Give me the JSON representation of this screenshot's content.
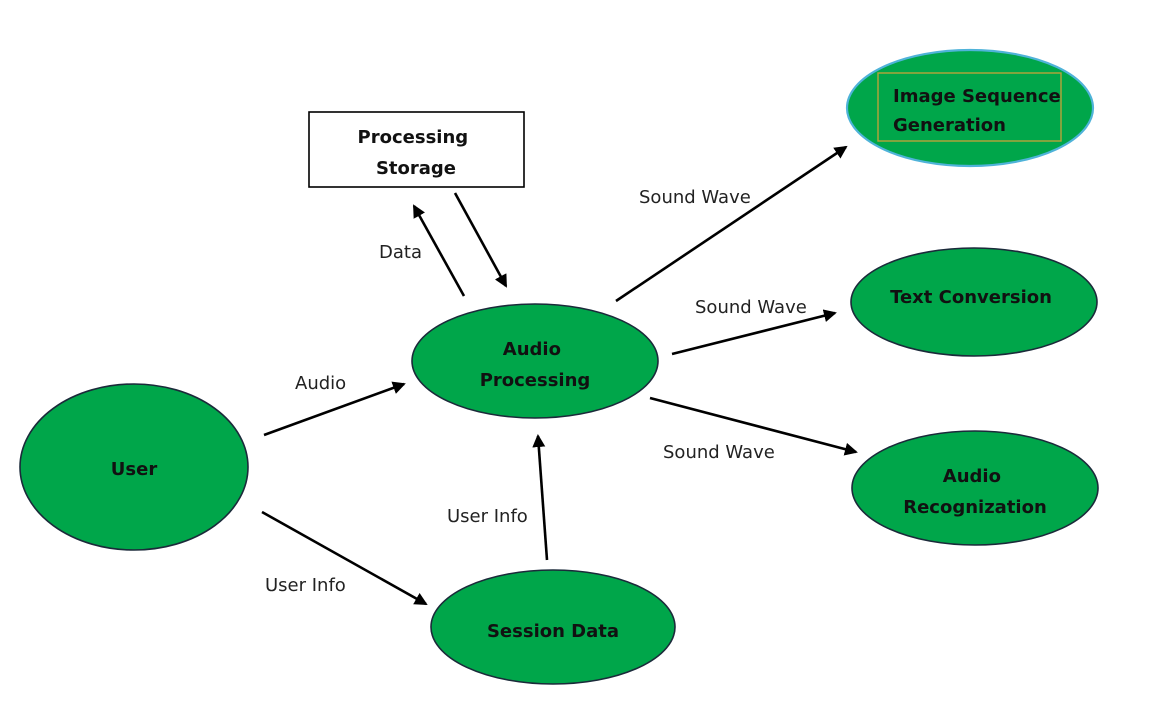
{
  "colors": {
    "node_fill": "#00a64a",
    "node_stroke": "#1b2a3a",
    "highlight_stroke": "#4fb3d9",
    "inner_box_stroke": "#b8a33a",
    "store_stroke": "#000000",
    "arrow": "#000000"
  },
  "nodes": {
    "user": {
      "lines": [
        "User"
      ]
    },
    "audio_processing": {
      "lines": [
        "Audio",
        "Processing"
      ]
    },
    "session_data": {
      "lines": [
        "Session Data"
      ]
    },
    "image_sequence": {
      "lines": [
        "Image Sequence",
        "Generation"
      ]
    },
    "text_conversion": {
      "lines": [
        "Text Conversion"
      ]
    },
    "audio_recognization": {
      "lines": [
        "Audio",
        "Recognization"
      ]
    },
    "processing_storage": {
      "lines": [
        "Processing",
        "Storage"
      ]
    }
  },
  "edges": {
    "user_to_audio": "Audio",
    "user_to_session": "User Info",
    "session_to_audio": "User Info",
    "audio_to_storage": "Data",
    "audio_to_image": "Sound Wave",
    "audio_to_text": "Sound Wave",
    "audio_to_recog": "Sound Wave"
  }
}
